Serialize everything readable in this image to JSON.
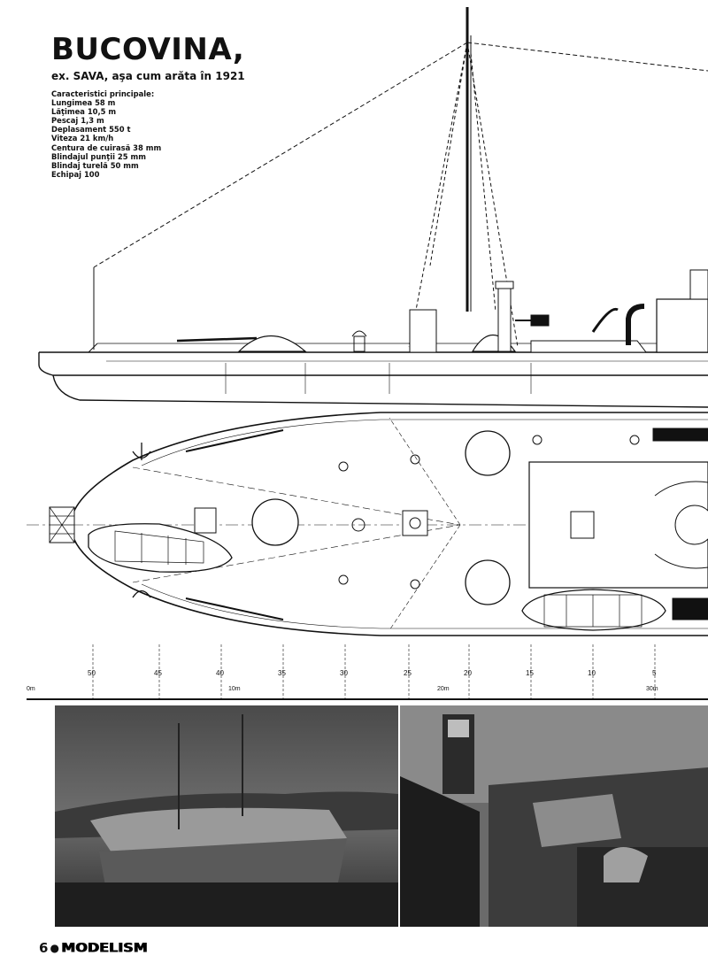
{
  "title": "BUCOVINA,",
  "subtitle": "ex. SAVA, aşa cum arăta în 1921",
  "specs": {
    "heading": "Caracteristici principale:",
    "lines": [
      "Lungimea 58 m",
      "Lăţimea 10,5 m",
      "Pescaj 1,3 m",
      "Deplasament 550 t",
      "Viteza 21 km/h",
      "Centura de cuirasă 38 mm",
      "Blindajul punţii 25 mm",
      "Blindaj turelă 50 mm",
      "Echipaj 100"
    ]
  },
  "frame_labels": [
    "50",
    "45",
    "40",
    "35",
    "30",
    "25",
    "20",
    "15",
    "10",
    "5"
  ],
  "scale_labels": [
    "0m",
    "10m",
    "20m",
    "30m"
  ],
  "footer": {
    "page_number": "6",
    "magazine": "MODELISM"
  }
}
